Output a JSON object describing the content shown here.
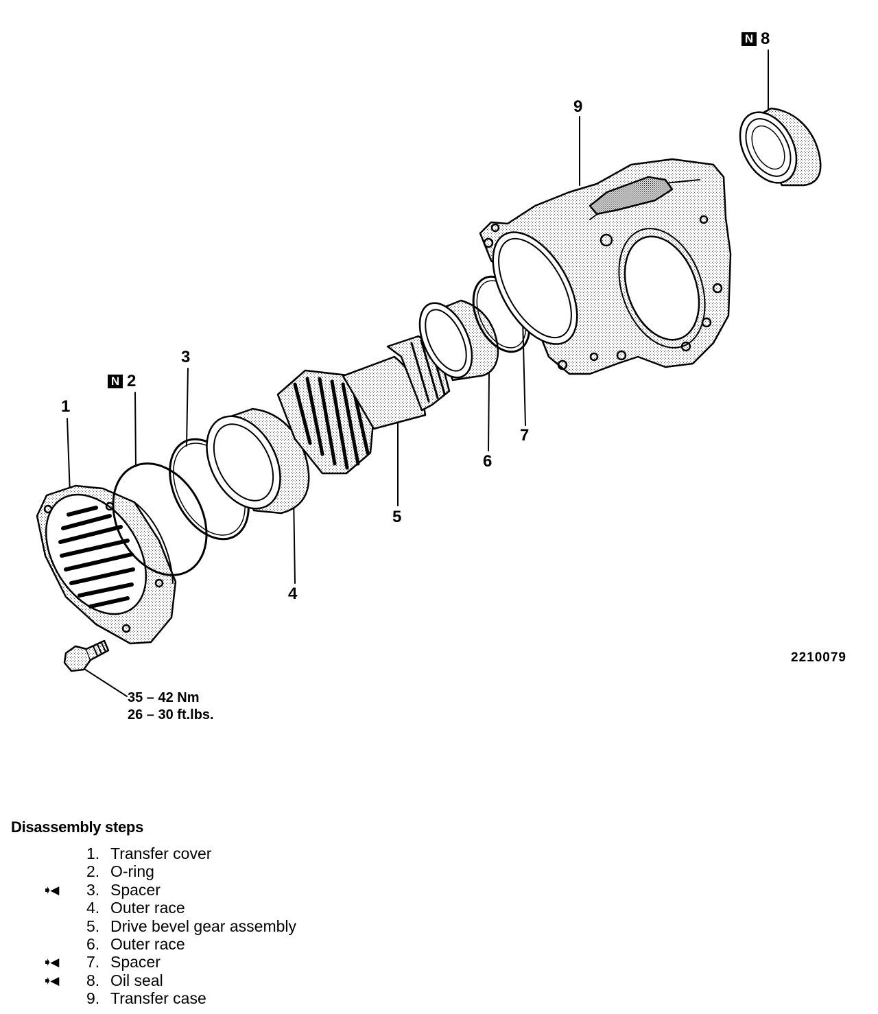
{
  "figure": {
    "code": "2210079",
    "callouts": [
      {
        "id": "1",
        "label": "1",
        "new_part": false
      },
      {
        "id": "2",
        "label": "2",
        "new_part": true
      },
      {
        "id": "3",
        "label": "3",
        "new_part": false
      },
      {
        "id": "4",
        "label": "4",
        "new_part": false
      },
      {
        "id": "5",
        "label": "5",
        "new_part": false
      },
      {
        "id": "6",
        "label": "6",
        "new_part": false
      },
      {
        "id": "7",
        "label": "7",
        "new_part": false
      },
      {
        "id": "8",
        "label": "8",
        "new_part": true
      },
      {
        "id": "9",
        "label": "9",
        "new_part": false
      }
    ],
    "new_part_symbol": "N",
    "torque": {
      "metric": "35 – 42 Nm",
      "imperial": "26 – 30 ft.lbs."
    }
  },
  "steps": {
    "title": "Disassembly steps",
    "items": [
      {
        "num": "1.",
        "text": "Transfer cover",
        "mark": ""
      },
      {
        "num": "2.",
        "text": "O-ring",
        "mark": ""
      },
      {
        "num": "3.",
        "text": "Spacer",
        "mark": "➧◀"
      },
      {
        "num": "4.",
        "text": "Outer race",
        "mark": ""
      },
      {
        "num": "5.",
        "text": "Drive bevel gear assembly",
        "mark": ""
      },
      {
        "num": "6.",
        "text": "Outer race",
        "mark": ""
      },
      {
        "num": "7.",
        "text": "Spacer",
        "mark": "➧◀"
      },
      {
        "num": "8.",
        "text": "Oil seal",
        "mark": "➧◀"
      },
      {
        "num": "9.",
        "text": "Transfer case",
        "mark": ""
      }
    ]
  }
}
